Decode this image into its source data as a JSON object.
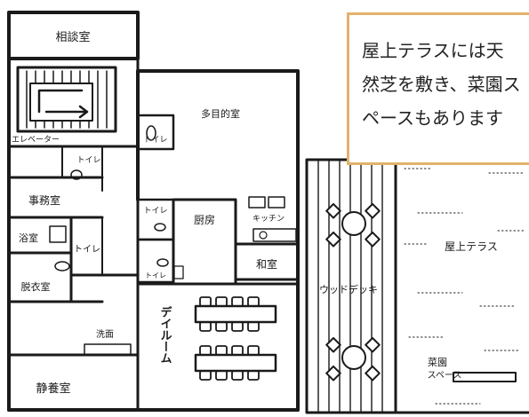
{
  "rooms": {
    "consultation": "相談室",
    "multipurpose": "多目的室",
    "elevator": "エレベーター",
    "office": "事務室",
    "bath": "浴室",
    "dressing": "脱衣室",
    "rest": "静養室",
    "kitchen": "厨房",
    "kitchenette": "キッチン",
    "japanese_room": "和室",
    "dayroom": "デイルーム",
    "washbasin": "洗面",
    "wood_deck": "ウッドデッキ",
    "rooftop_terrace": "屋上テラス",
    "garden_space_line1": "菜園",
    "garden_space_line2": "スペース"
  },
  "toilet_label": "トイレ",
  "toilet_label_short": "トイレ",
  "note": {
    "line1": "屋上テラスには天",
    "line2": "然芝を敷き、菜園ス",
    "line3": "ペースもあります"
  },
  "colors": {
    "note_border": "#e3b16c",
    "ink": "#1a1a1a"
  }
}
